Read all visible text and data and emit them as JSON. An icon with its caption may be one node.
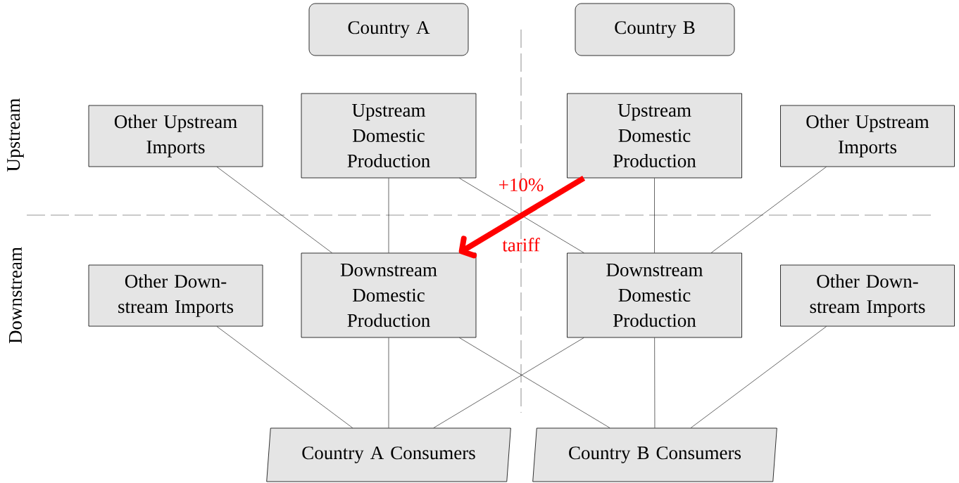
{
  "diagram": {
    "nodes": [
      {
        "text": [
          "Country A"
        ]
      },
      {
        "text": [
          "Country B"
        ]
      },
      {
        "text": [
          "Other Upstream Imports"
        ]
      },
      {
        "text": [
          "Upstream Domestic Production"
        ]
      },
      {
        "text": [
          "Upstream Domestic Production"
        ]
      },
      {
        "text": [
          "Other Upstream Imports"
        ]
      },
      {
        "text": [
          "Other Down-stream Imports"
        ]
      },
      {
        "text": [
          "Downstream Domestic Production"
        ]
      },
      {
        "text": [
          "Downstream Domestic Production"
        ]
      },
      {
        "text": [
          "Other Down-stream Imports"
        ]
      },
      {
        "text": [
          "Country A Consumers"
        ]
      },
      {
        "text": [
          "Country B Consumers"
        ]
      }
    ],
    "edges": [
      {
        "from": 2,
        "to": 7,
        "arrow": "none"
      },
      {
        "from": 3,
        "to": 7,
        "arrow": "none"
      },
      {
        "from": 3,
        "to": 8,
        "arrow": "none"
      },
      {
        "from": 4,
        "to": 8,
        "arrow": "none"
      },
      {
        "from": 5,
        "to": 8,
        "arrow": "none"
      },
      {
        "from": 4,
        "to": 7,
        "arrow": "to",
        "label": "+10%",
        "style": "thick",
        "color": "#ff0000"
      },
      {
        "from": 6,
        "to": 10,
        "arrow": "none"
      },
      {
        "from": 7,
        "to": 10,
        "arrow": "none"
      },
      {
        "from": 7,
        "to": 11,
        "arrow": "none"
      },
      {
        "from": 8,
        "to": 10,
        "arrow": "none"
      },
      {
        "from": 8,
        "to": 11,
        "arrow": "none"
      },
      {
        "from": 9,
        "to": 11,
        "arrow": "none"
      }
    ],
    "labels": [
      "Upstream",
      "Downstream",
      "tariff"
    ]
  }
}
